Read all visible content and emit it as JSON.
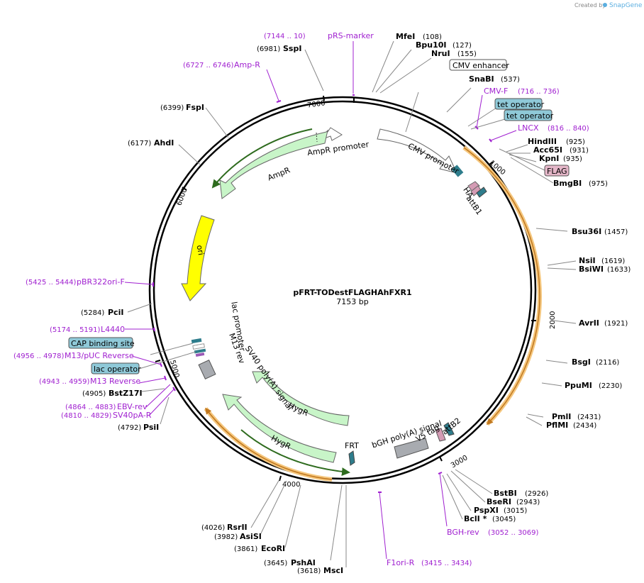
{
  "credit": {
    "prefix": "Created by",
    "brand": "SnapGene"
  },
  "plasmid": {
    "name": "pFRT-TODestFLAGHAhFXR1",
    "length_label": "7153 bp"
  },
  "ticks": [
    "1000",
    "2000",
    "3000",
    "4000",
    "5000",
    "6000",
    "7000"
  ],
  "enzymes": [
    {
      "name": "MfeI",
      "pos": "(108)"
    },
    {
      "name": "Bpu10I",
      "pos": "(127)"
    },
    {
      "name": "NruI",
      "pos": "(155)"
    },
    {
      "name": "SnaBI",
      "pos": "(537)"
    },
    {
      "name": "HindIII",
      "pos": "(925)"
    },
    {
      "name": "Acc65I",
      "pos": "(931)"
    },
    {
      "name": "KpnI",
      "pos": "(935)"
    },
    {
      "name": "BmgBI",
      "pos": "(975)"
    },
    {
      "name": "Bsu36I",
      "pos": "(1457)"
    },
    {
      "name": "NsiI",
      "pos": "(1619)"
    },
    {
      "name": "BsiWI",
      "pos": "(1633)"
    },
    {
      "name": "AvrII",
      "pos": "(1921)"
    },
    {
      "name": "BsgI",
      "pos": "(2116)"
    },
    {
      "name": "PpuMI",
      "pos": "(2230)"
    },
    {
      "name": "PmlI",
      "pos": "(2431)"
    },
    {
      "name": "PflMI",
      "pos": "(2434)"
    },
    {
      "name": "BstBI",
      "pos": "(2926)"
    },
    {
      "name": "BseRI",
      "pos": "(2943)"
    },
    {
      "name": "PspXI",
      "pos": "(3015)"
    },
    {
      "name": "BclI *",
      "pos": "(3045)"
    },
    {
      "name": "MscI",
      "pos": "(3618)"
    },
    {
      "name": "PshAI",
      "pos": "(3645)"
    },
    {
      "name": "EcoRI",
      "pos": "(3861)"
    },
    {
      "name": "AsiSI",
      "pos": "(3982)"
    },
    {
      "name": "RsrII",
      "pos": "(4026)"
    },
    {
      "name": "PsiI",
      "pos": "(4792)"
    },
    {
      "name": "BstZ17I",
      "pos": "(4905)"
    },
    {
      "name": "PciI",
      "pos": "(5284)"
    },
    {
      "name": "AhdI",
      "pos": "(6177)"
    },
    {
      "name": "FspI",
      "pos": "(6399)"
    },
    {
      "name": "SspI",
      "pos": "(6981)"
    }
  ],
  "primers": [
    {
      "name": "pRS-marker",
      "pos": "(7144 .. 10)"
    },
    {
      "name": "Amp-R",
      "pos": "(6727 .. 6746)"
    },
    {
      "name": "CMV-F",
      "pos": "(716 .. 736)"
    },
    {
      "name": "LNCX",
      "pos": "(816 .. 840)"
    },
    {
      "name": "BGH-rev",
      "pos": "(3052 .. 3069)"
    },
    {
      "name": "F1ori-R",
      "pos": "(3415 .. 3434)"
    },
    {
      "name": "pBR322ori-F",
      "pos": "(5425 .. 5444)"
    },
    {
      "name": "L4440",
      "pos": "(5174 .. 5191)"
    },
    {
      "name": "M13/pUC Reverse",
      "pos": "(4956 .. 4978)"
    },
    {
      "name": "M13 Reverse",
      "pos": "(4943 .. 4959)"
    },
    {
      "name": "EBV-rev",
      "pos": "(4864 .. 4883)"
    },
    {
      "name": "SV40pA-R",
      "pos": "(4810 .. 4829)"
    }
  ],
  "boxed_features": [
    {
      "label": "CMV enhancer",
      "color": "#ffffff"
    },
    {
      "label": "tet operator",
      "color": "#8fc9d8"
    },
    {
      "label": "tet operator",
      "color": "#8fc9d8"
    },
    {
      "label": "FLAG",
      "color": "#e4b6c8"
    },
    {
      "label": "CAP binding site",
      "color": "#8fc9d8"
    },
    {
      "label": "lac operator",
      "color": "#8fc9d8"
    }
  ],
  "features": [
    {
      "label": "AmpR promoter"
    },
    {
      "label": "AmpR"
    },
    {
      "label": "ori"
    },
    {
      "label": "CMV promoter"
    },
    {
      "label": "HA"
    },
    {
      "label": "attB1"
    },
    {
      "label": "lac promoter"
    },
    {
      "label": "M13 rev"
    },
    {
      "label": "SV40 poly(A) signal"
    },
    {
      "label": "HygR"
    },
    {
      "label": "HygR"
    },
    {
      "label": "FRT"
    },
    {
      "label": "bGH poly(A) signal"
    },
    {
      "label": "V5 tag"
    },
    {
      "label": "attB2"
    }
  ],
  "colors": {
    "backbone": "#000000",
    "primer": "#a020d0",
    "orf_outline": "#e8a040",
    "green_arrow": "#c8f5c8",
    "ori": "#ffff00",
    "teal": "#2e7d8c",
    "pink": "#d49bb4",
    "grey_box": "#a8abb0"
  }
}
